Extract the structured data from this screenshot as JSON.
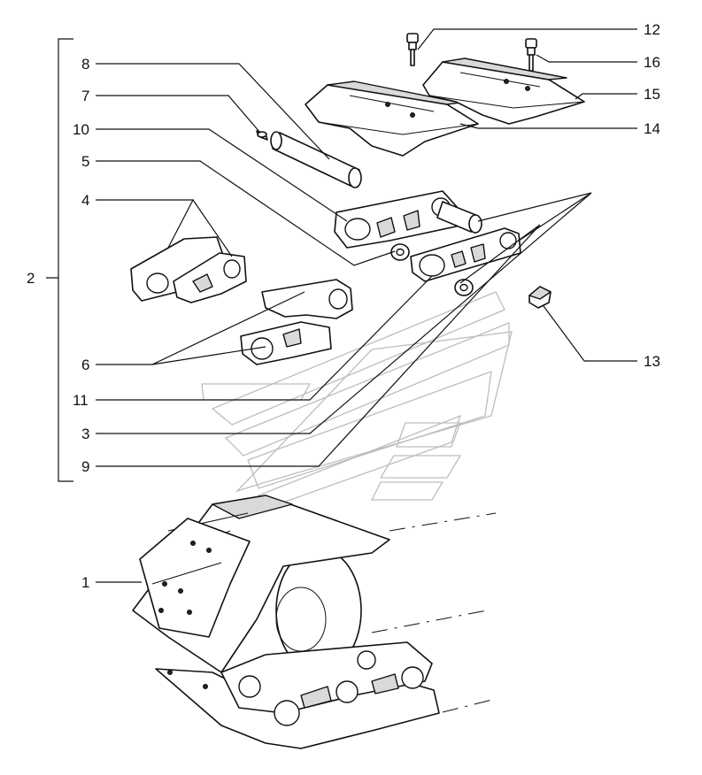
{
  "callouts": {
    "c1": "1",
    "c2": "2",
    "c3": "3",
    "c4": "4",
    "c5": "5",
    "c6": "6",
    "c7": "7",
    "c8": "8",
    "c9": "9",
    "c10": "10",
    "c11": "11",
    "c12": "12",
    "c13": "13",
    "c14": "14",
    "c15": "15",
    "c16": "16"
  },
  "colors": {
    "line": "#111111",
    "watermark": "#bdbdbd",
    "background": "#ffffff"
  }
}
